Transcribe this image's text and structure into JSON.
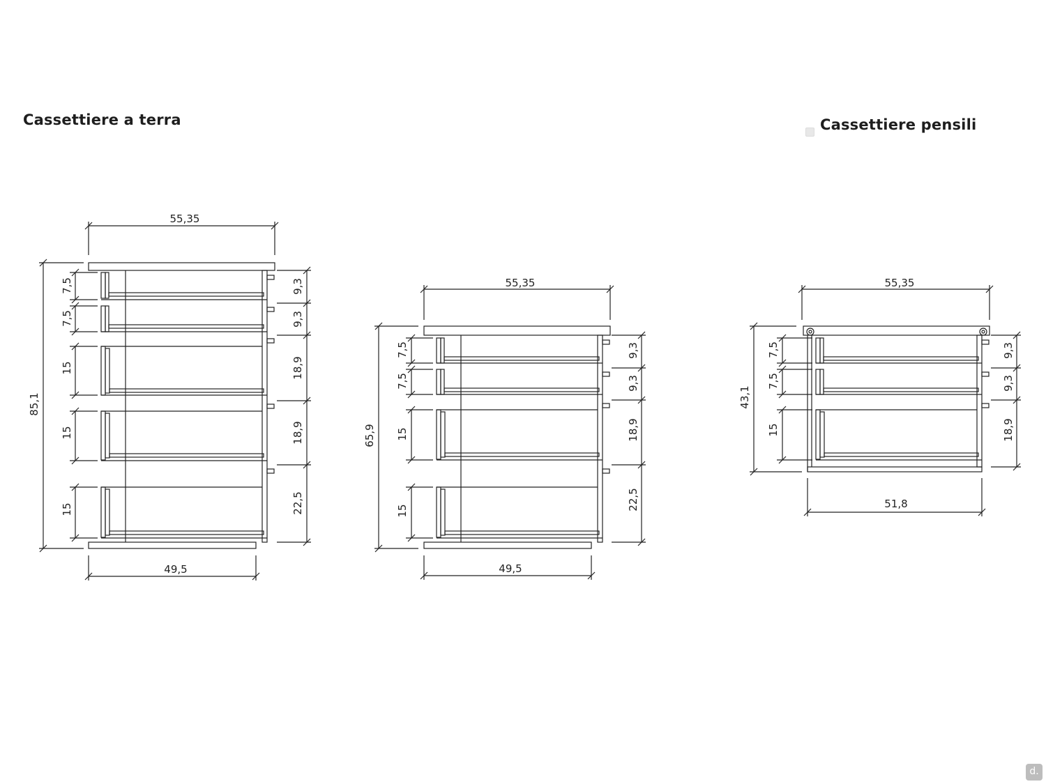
{
  "titles": {
    "floor": "Cassettiere a terra",
    "wall": "Cassettiere pensili"
  },
  "watermark": "d.",
  "drawings": [
    {
      "id": "floor-5-drawers",
      "top_width": "55,35",
      "bottom_width": "49,5",
      "total_height": "85,1",
      "front_heights": [
        "7,5",
        "7,5",
        "15",
        "15",
        "15"
      ],
      "drawer_heights": [
        "9,3",
        "9,3",
        "18,9",
        "18,9",
        "22,5"
      ]
    },
    {
      "id": "floor-4-drawers",
      "top_width": "55,35",
      "bottom_width": "49,5",
      "total_height": "65,9",
      "front_heights": [
        "7,5",
        "7,5",
        "15",
        "15"
      ],
      "drawer_heights": [
        "9,3",
        "9,3",
        "18,9",
        "22,5"
      ]
    },
    {
      "id": "wall-3-drawers",
      "top_width": "55,35",
      "bottom_width": "51,8",
      "total_height": "43,1",
      "front_heights": [
        "7,5",
        "7,5",
        "15"
      ],
      "drawer_heights": [
        "9,3",
        "9,3",
        "18,9"
      ]
    }
  ]
}
